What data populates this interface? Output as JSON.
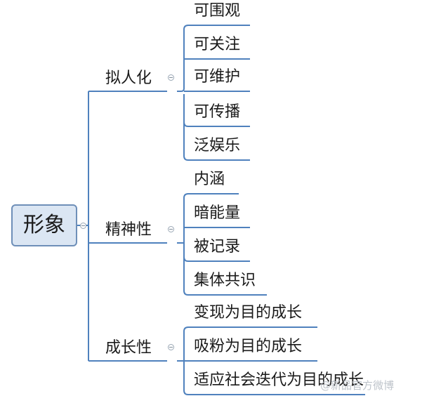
{
  "root": {
    "label": "形象"
  },
  "branches": [
    {
      "label": "拟人化",
      "children": [
        "可围观",
        "可关注",
        "可维护",
        "可传播",
        "泛娱乐"
      ]
    },
    {
      "label": "精神性",
      "children": [
        "内涵",
        "暗能量",
        "被记录",
        "集体共识"
      ]
    },
    {
      "label": "成长性",
      "children": [
        "变现为目的成长",
        "吸粉为目的成长",
        "适应社会迭代为目的成长"
      ]
    }
  ],
  "watermark": "@新品官方微博",
  "colors": {
    "line": "#4f81bd",
    "root_fill": "#dbe6f3",
    "root_border": "#6e8fb8"
  }
}
